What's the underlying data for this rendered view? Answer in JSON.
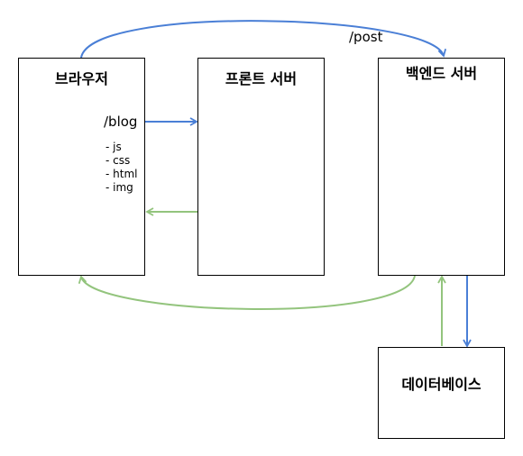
{
  "nodes": {
    "browser": {
      "title": "브라우저"
    },
    "front_server": {
      "title": "프론트 서버"
    },
    "backend_server": {
      "title": "백엔드 서버"
    },
    "database": {
      "title": "데이터베이스"
    }
  },
  "labels": {
    "post": "/post",
    "blog": "/blog"
  },
  "assets": [
    "- js",
    "- css",
    "- html",
    "- img"
  ],
  "colors": {
    "blue_arrow": "#4a7fd6",
    "green_arrow": "#93c47d",
    "box_border": "#000000"
  }
}
